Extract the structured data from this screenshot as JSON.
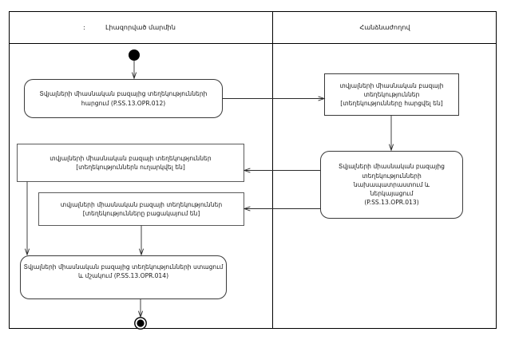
{
  "diagram": {
    "type": "uml-activity-diagram",
    "frame": {
      "stroke": "#000000",
      "fill": "#ffffff"
    },
    "lanes": [
      {
        "id": "lane-authorized-body",
        "title": "Լիազորված մարմին",
        "prefix": ":"
      },
      {
        "id": "lane-commission",
        "title": "Հանձնաժողով",
        "prefix": ""
      }
    ],
    "nodes": [
      {
        "id": "initial-node",
        "kind": "initial",
        "lane": "lane-authorized-body",
        "label": ""
      },
      {
        "id": "activity-request-info",
        "kind": "activity",
        "lane": "lane-authorized-body",
        "lines": [
          "Տվյալների միասնական բազայից տեղեկությունների",
          "հարցում (P.SS.13.OPR.012)"
        ],
        "code": "P.SS.13.OPR.012"
      },
      {
        "id": "object-info-requested",
        "kind": "object",
        "lane": "lane-commission",
        "lines": [
          "տվյալների միասնական բազայի",
          "տեղեկություններ",
          "[տեղեկությունները հարցվել են]"
        ],
        "state": "[տեղեկությունները հարցվել են]"
      },
      {
        "id": "activity-prepare-present",
        "kind": "activity",
        "lane": "lane-commission",
        "lines": [
          "Տվյալների միասնական բազայից",
          "տեղեկությունների",
          "նախապատրաստում և",
          "ներկայացում",
          "(P.SS.13.OPR.013)"
        ],
        "code": "P.SS.13.OPR.013"
      },
      {
        "id": "object-info-sent",
        "kind": "object",
        "lane": "lane-authorized-body",
        "lines": [
          "տվյալների միասնական բազայի տեղեկություններ",
          "[տեղեկություններն ուղարկվել են]"
        ],
        "state": "[տեղեկություններն ուղարկվել են]"
      },
      {
        "id": "object-info-absent",
        "kind": "object",
        "lane": "lane-authorized-body",
        "lines": [
          "տվյալների միասնական բազայի տեղեկություններ",
          "[տեղեկությունները բացակայում են]"
        ],
        "state": "[տեղեկությունները բացակայում են]"
      },
      {
        "id": "activity-receive-process",
        "kind": "activity",
        "lane": "lane-authorized-body",
        "lines": [
          "Տվյալների միասնական բազայից տեղեկությունների ստացում",
          "և մշակում (P.SS.13.OPR.014)"
        ],
        "code": "P.SS.13.OPR.014"
      },
      {
        "id": "final-node",
        "kind": "final",
        "lane": "lane-authorized-body",
        "label": ""
      }
    ],
    "edges": [
      {
        "id": "edge-initial-to-request",
        "from": "initial-node",
        "to": "activity-request-info"
      },
      {
        "id": "edge-request-to-object-requested",
        "from": "activity-request-info",
        "to": "object-info-requested"
      },
      {
        "id": "edge-object-requested-to-prepare",
        "from": "object-info-requested",
        "to": "activity-prepare-present"
      },
      {
        "id": "edge-prepare-to-object-sent",
        "from": "activity-prepare-present",
        "to": "object-info-sent"
      },
      {
        "id": "edge-prepare-to-object-absent",
        "from": "activity-prepare-present",
        "to": "object-info-absent"
      },
      {
        "id": "edge-object-sent-to-receive",
        "from": "object-info-sent",
        "to": "activity-receive-process"
      },
      {
        "id": "edge-object-absent-to-receive",
        "from": "object-info-absent",
        "to": "activity-receive-process"
      },
      {
        "id": "edge-receive-to-final",
        "from": "activity-receive-process",
        "to": "final-node"
      }
    ]
  }
}
